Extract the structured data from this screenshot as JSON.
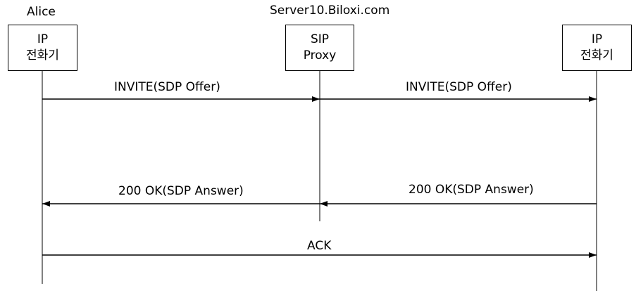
{
  "participants": {
    "alice": {
      "owner": "Alice",
      "line1": "IP",
      "line2": "전화기"
    },
    "proxy": {
      "owner": "Server10.Biloxi.com",
      "line1": "SIP",
      "line2": "Proxy"
    },
    "callee": {
      "line1": "IP",
      "line2": "전화기"
    }
  },
  "messages": [
    {
      "label": "INVITE(SDP Offer)",
      "from": "alice",
      "to": "proxy"
    },
    {
      "label": "INVITE(SDP Offer)",
      "from": "proxy",
      "to": "callee"
    },
    {
      "label": "200 OK(SDP Answer)",
      "from": "proxy",
      "to": "alice"
    },
    {
      "label": "200 OK(SDP Answer)",
      "from": "callee",
      "to": "proxy"
    },
    {
      "label": "ACK",
      "from": "alice",
      "to": "callee"
    }
  ]
}
